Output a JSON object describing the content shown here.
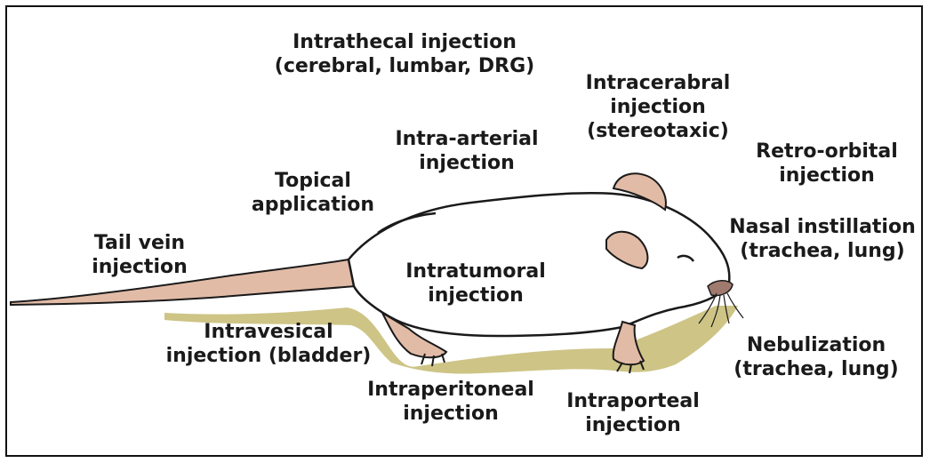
{
  "labels": {
    "intrathecal": {
      "line1": "Intrathecal injection",
      "line2": "(cerebral, lumbar, DRG)"
    },
    "intracerebral": {
      "line1": "Intracerabral",
      "line2": "injection",
      "line3": "(stereotaxic)"
    },
    "intra_arterial": {
      "line1": "Intra-arterial",
      "line2": "injection"
    },
    "retro_orbital": {
      "line1": "Retro-orbital",
      "line2": "injection"
    },
    "topical": {
      "line1": "Topical",
      "line2": "application"
    },
    "nasal": {
      "line1": "Nasal instillation",
      "line2": "(trachea, lung)"
    },
    "tail_vein": {
      "line1": "Tail vein",
      "line2": "injection"
    },
    "intratumoral": {
      "line1": "Intratumoral",
      "line2": "injection"
    },
    "intravesical": {
      "line1": "Intravesical",
      "line2": "injection (bladder)"
    },
    "nebulization": {
      "line1": "Nebulization",
      "line2": "(trachea, lung)"
    },
    "intraperitoneal": {
      "line1": "Intraperitoneal",
      "line2": "injection"
    },
    "intraporteal": {
      "line1": "Intraporteal",
      "line2": "injection"
    }
  },
  "colors": {
    "outline": "#1a1a1a",
    "skin_pink": "#e2bba7",
    "ground_khaki": "#cdc486",
    "body_fill": "#ffffff"
  }
}
